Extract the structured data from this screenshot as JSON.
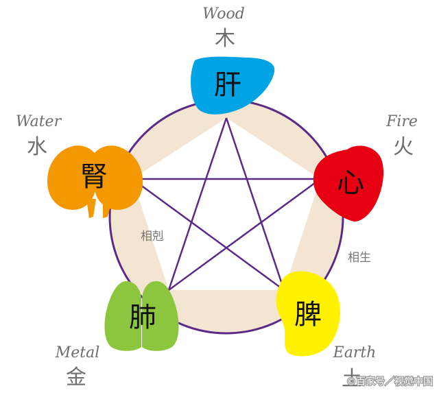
{
  "colors": {
    "ring_fill": "#f3e5d1",
    "line": "#5b2a86",
    "wood": "#00a4e4",
    "fire": "#e60012",
    "earth": "#fff100",
    "metal": "#8cc63f",
    "water": "#f39800"
  },
  "elements": {
    "wood": {
      "en": "Wood",
      "cn": "木",
      "organ": "肝",
      "icon": "liver-icon"
    },
    "fire": {
      "en": "Fire",
      "cn": "火",
      "organ": "心",
      "icon": "heart-icon"
    },
    "earth": {
      "en": "Earth",
      "cn": "土",
      "organ": "脾",
      "icon": "spleen-icon"
    },
    "metal": {
      "en": "Metal",
      "cn": "金",
      "organ": "肺",
      "icon": "lungs-icon"
    },
    "water": {
      "en": "Water",
      "cn": "水",
      "organ": "腎",
      "icon": "kidneys-icon"
    }
  },
  "relations": {
    "control": "相剋",
    "generate": "相生"
  },
  "watermark": "©百家号／视觉中国"
}
